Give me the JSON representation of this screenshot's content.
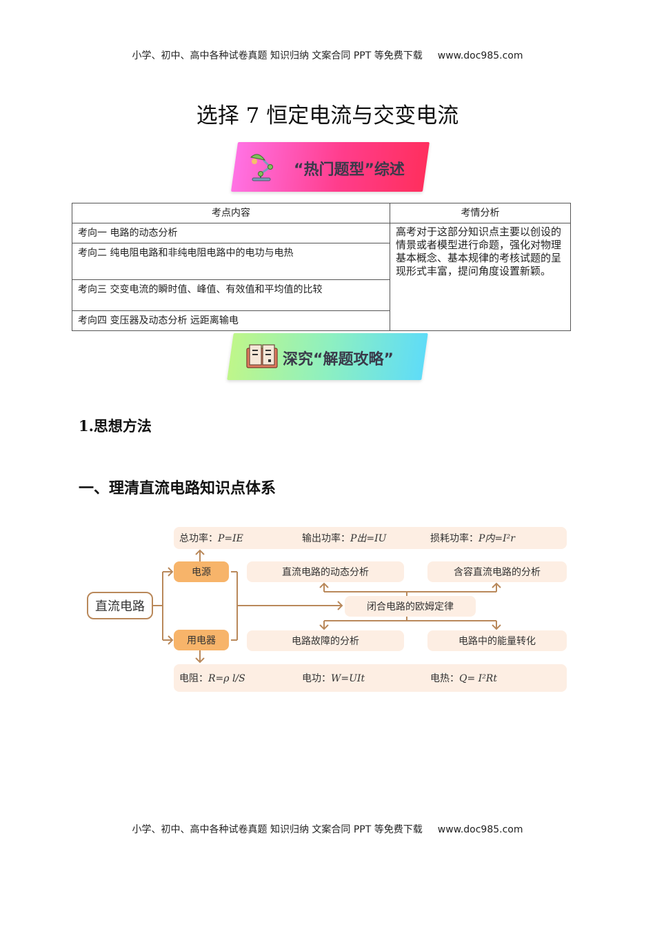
{
  "page_header": {
    "text": "小学、初中、高中各种试卷真题  知识归纳  文案合同  PPT 等免费下载",
    "url": "www.doc985.com"
  },
  "title": "选择 7 恒定电流与交变电流",
  "banner1": {
    "icon": "desk-lamp-icon",
    "label": "“热门题型”综述",
    "colors": [
      "#ff6fe0",
      "#ff2f6a"
    ]
  },
  "table": {
    "headers": [
      "考点内容",
      "考情分析"
    ],
    "rows": [
      "考向一  电路的动态分析",
      "考向二  纯电阻电路和非纯电阻电路中的电功与电热",
      "考向三  交变电流的瞬时值、峰值、有效值和平均值的比较",
      "考向四  变压器及动态分析    远距离输电"
    ],
    "analysis": "高考对于这部分知识点主要以创设的情景或者模型进行命题，强化对物理基本概念、基本规律的考核试题的呈现形式丰富，提问角度设置新颖。"
  },
  "banner2": {
    "icon": "open-book-icon",
    "label": "深究“解题攻略”",
    "colors": [
      "#b4f58a",
      "#5fdcf5"
    ]
  },
  "section1": "1.思想方法",
  "section2": "一、理清直流电路知识点体系",
  "diagram": {
    "root": "直流电路",
    "source": "电源",
    "appliance": "用电器",
    "power_total_label": "总功率：",
    "power_total_formula": "P=IE",
    "power_out_label": "输出功率：",
    "power_out_formula": "P出=IU",
    "power_loss_label": "损耗功率：",
    "power_loss_formula": "P内=I²r",
    "dynamic_analysis": "直流电路的动态分析",
    "capacitor_analysis": "含容直流电路的分析",
    "ohm_law": "闭合电路的欧姆定律",
    "fault_analysis": "电路故障的分析",
    "energy_conversion": "电路中的能量转化",
    "resistance_label": "电阻：",
    "resistance_formula": "R=ρ l/S",
    "work_label": "电功：",
    "work_formula": "W=UIt",
    "heat_label": "电热：",
    "heat_formula": "Q= I²Rt",
    "colors": {
      "line": "#b9885a",
      "pill": "#fdeee3",
      "node": "#f7b46a"
    }
  },
  "page_footer": {
    "text": "小学、初中、高中各种试卷真题  知识归纳  文案合同  PPT 等免费下载",
    "url": "www.doc985.com"
  }
}
